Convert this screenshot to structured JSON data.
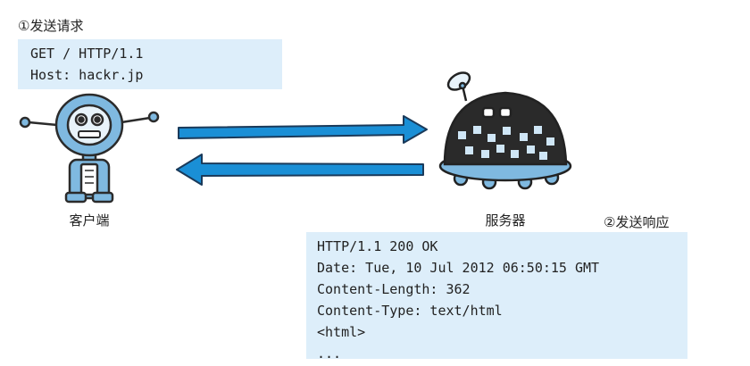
{
  "request": {
    "step_label": "①发送请求",
    "lines": [
      "GET / HTTP/1.1",
      "Host: hackr.jp"
    ]
  },
  "response": {
    "step_label": "②发送响应",
    "lines": [
      "HTTP/1.1 200 OK",
      "Date: Tue, 10 Jul 2012 06:50:15 GMT",
      "Content-Length: 362",
      "Content-Type: text/html",
      "<html>",
      "..."
    ]
  },
  "client": {
    "label": "客户端",
    "icon": "client-robot-icon"
  },
  "server": {
    "label": "服务器",
    "icon": "server-robot-icon"
  },
  "colors": {
    "arrow": "#1a8fd6",
    "box": "#ddeefa",
    "robot_blue": "#7fb9e0",
    "server_dark": "#2a2a2a"
  }
}
